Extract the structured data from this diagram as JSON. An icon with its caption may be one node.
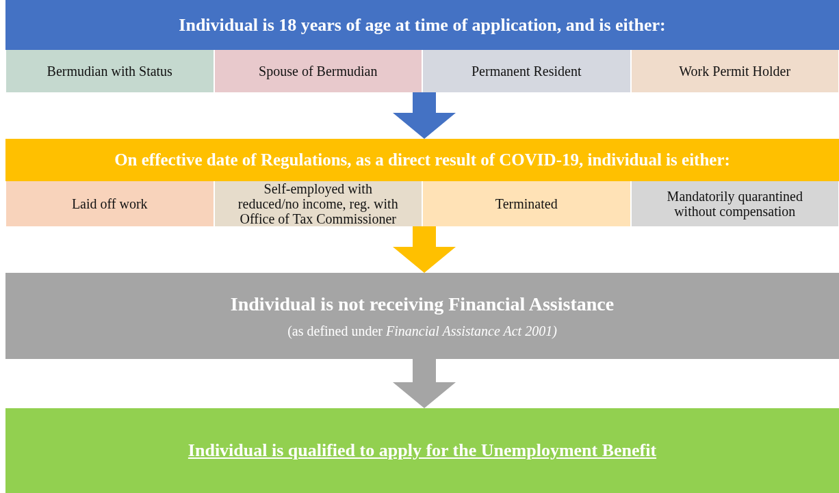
{
  "diagram": {
    "nodes": [
      {
        "text": [
          "Individual is 18 years of age at time of application, and is either:"
        ]
      },
      {
        "text": [
          "Bermudian with Status"
        ],
        "in": 0
      },
      {
        "text": [
          "Spouse of Bermudian"
        ],
        "in": 0
      },
      {
        "text": [
          "Permanent Resident"
        ],
        "in": 0
      },
      {
        "text": [
          "Work Permit Holder"
        ],
        "in": 0
      },
      {
        "text": [
          "On effective date of Regulations, as a direct result of COVID-19, individual is either:"
        ]
      },
      {
        "text": [
          "Laid off work"
        ],
        "in": 5
      },
      {
        "text": [
          "Self-employed with reduced/no income, reg. with Office of Tax Commissioner"
        ],
        "in": 5
      },
      {
        "text": [
          "Terminated"
        ],
        "in": 5
      },
      {
        "text": [
          "Mandatorily quarantined without compensation"
        ],
        "in": 5
      },
      {
        "text": [
          "Individual is not receiving Financial Assistance",
          "(as defined under *Financial Assistance Act 2001)*"
        ]
      },
      {
        "text": [
          "Individual is qualified to apply for the Unemployment Benefit"
        ]
      }
    ],
    "edges": [
      {
        "from": 0,
        "to": 5,
        "arrow": "to",
        "style": "thick",
        "color": "#4472c4"
      },
      {
        "from": 5,
        "to": 10,
        "arrow": "to",
        "style": "thick",
        "color": "#ffc000"
      },
      {
        "from": 10,
        "to": 11,
        "arrow": "to",
        "style": "thick",
        "color": "#a5a5a5"
      }
    ]
  }
}
